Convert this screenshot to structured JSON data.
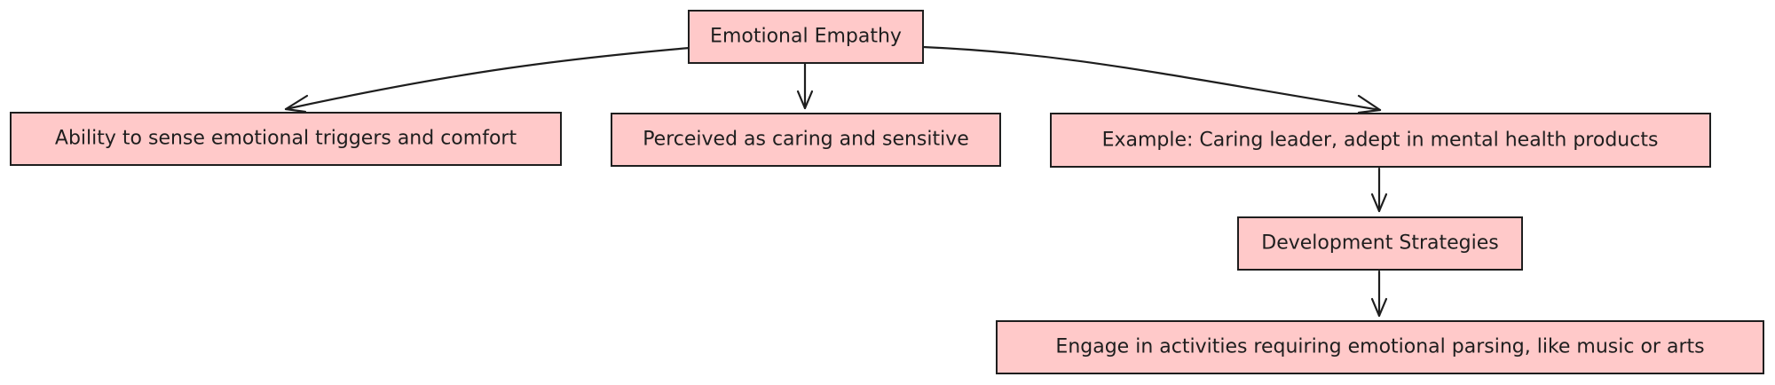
{
  "colors": {
    "node_fill": "#ffc9c9",
    "stroke": "#1e1e1e",
    "background": "#ffffff"
  },
  "nodes": {
    "root": "Emotional Empathy",
    "sense": "Ability to sense emotional triggers and comfort",
    "perceived": "Perceived as caring and sensitive",
    "example": "Example: Caring leader, adept in mental health products",
    "strategies": "Development Strategies",
    "engage": "Engage in activities requiring emotional parsing, like music or arts"
  },
  "edges": [
    {
      "from": "root",
      "to": "sense"
    },
    {
      "from": "root",
      "to": "perceived"
    },
    {
      "from": "root",
      "to": "example"
    },
    {
      "from": "example",
      "to": "strategies"
    },
    {
      "from": "strategies",
      "to": "engage"
    }
  ]
}
